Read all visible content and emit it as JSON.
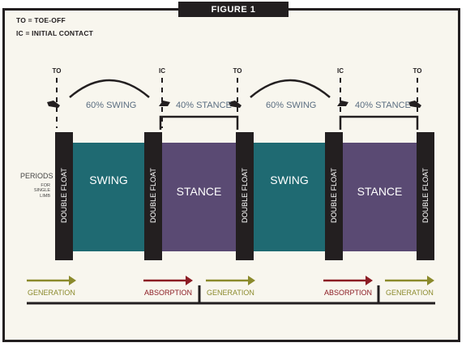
{
  "figure_title": "FIGURE 1",
  "legend": [
    {
      "abbr": "TO",
      "meaning": "TOE-OFF",
      "text": "TO = TOE-OFF"
    },
    {
      "abbr": "IC",
      "meaning": "INITIAL CONTACT",
      "text": "IC = INITIAL CONTACT"
    }
  ],
  "events": [
    "TO",
    "IC",
    "TO",
    "IC",
    "TO"
  ],
  "percent_labels": [
    "60% SWING",
    "40% STANCE",
    "60% SWING",
    "40% STANCE"
  ],
  "periods_label": "PERIODS",
  "periods_sublabel": [
    "FOR",
    "SINGLE",
    "LIMB"
  ],
  "double_float_label": "DOUBLE FLOAT",
  "blocks": [
    "SWING",
    "STANCE",
    "SWING",
    "STANCE"
  ],
  "arrows": [
    "GENERATION",
    "ABSORPTION",
    "GENERATION",
    "ABSORPTION",
    "GENERATION"
  ],
  "colors": {
    "swing": "#1f6a72",
    "stance": "#5a4a73",
    "double_float": "#231f20",
    "generation": "#8b8a2c",
    "absorption": "#8c1c24",
    "frame": "#231f20",
    "percent_text": "#5a6d80"
  },
  "icons": [
    "shoe-icon"
  ]
}
